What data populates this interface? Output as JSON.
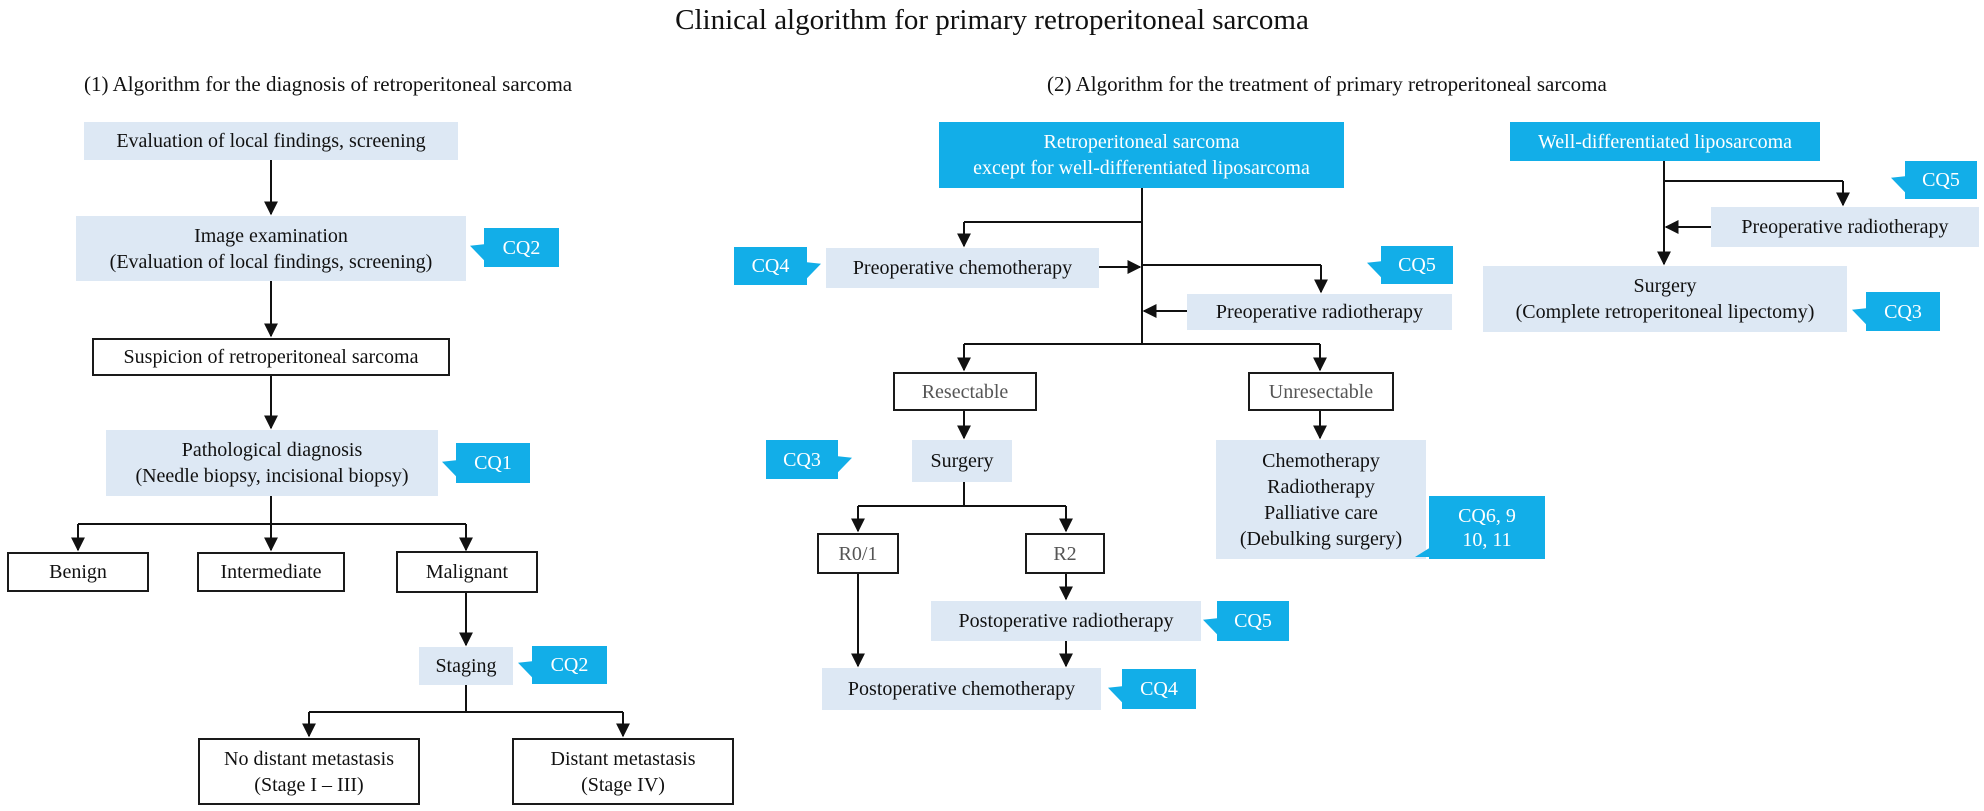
{
  "title": "Clinical algorithm for primary retroperitoneal sarcoma",
  "diagnosis": {
    "heading": "(1) Algorithm for the diagnosis of retroperitoneal sarcoma",
    "evaluation": "Evaluation of local findings, screening",
    "image_exam_1": "Image examination",
    "image_exam_2": "(Evaluation of local findings, screening)",
    "suspicion": "Suspicion of retroperitoneal sarcoma",
    "pathology_1": "Pathological diagnosis",
    "pathology_2": "(Needle biopsy, incisional biopsy)",
    "benign": "Benign",
    "intermediate": "Intermediate",
    "malignant": "Malignant",
    "staging": "Staging",
    "no_distant_1": "No distant metastasis",
    "no_distant_2": "(Stage I – III)",
    "distant_1": "Distant metastasis",
    "distant_2": "(Stage IV)",
    "cq_image": "CQ2",
    "cq_pathology": "CQ1",
    "cq_staging": "CQ2"
  },
  "treatment": {
    "heading": "(2) Algorithm for the treatment of primary retroperitoneal sarcoma",
    "rps_1": "Retroperitoneal sarcoma",
    "rps_2": "except for well-differentiated  liposarcoma",
    "preop_chemo": "Preoperative chemotherapy",
    "preop_radio": "Preoperative radiotherapy",
    "resectable": "Resectable",
    "unresectable": "Unresectable",
    "surgery": "Surgery",
    "r01": "R0/1",
    "r2": "R2",
    "postop_radio": "Postoperative radiotherapy",
    "postop_chemo": "Postoperative chemotherapy",
    "unres_1": "Chemotherapy",
    "unres_2": "Radiotherapy",
    "unres_3": "Palliative  care",
    "unres_4": "(Debulking surgery)",
    "cq_preop_chemo": "CQ4",
    "cq_preop_radio": "CQ5",
    "cq_surgery": "CQ3",
    "cq_postop_radio": "CQ5",
    "cq_postop_chemo": "CQ4",
    "cq_unres_1": "CQ6, 9",
    "cq_unres_2": "10, 11"
  },
  "wdl": {
    "wdl": "Well-differentiated  liposarcoma",
    "preop_radio": "Preoperative radiotherapy",
    "surgery_1": "Surgery",
    "surgery_2": "(Complete retroperitoneal lipectomy)",
    "cq_preop_radio": "CQ5",
    "cq_surgery": "CQ3"
  },
  "colors": {
    "accent_blue": "#12aee8",
    "light_blue": "#dde8f4",
    "line": "#111111"
  }
}
